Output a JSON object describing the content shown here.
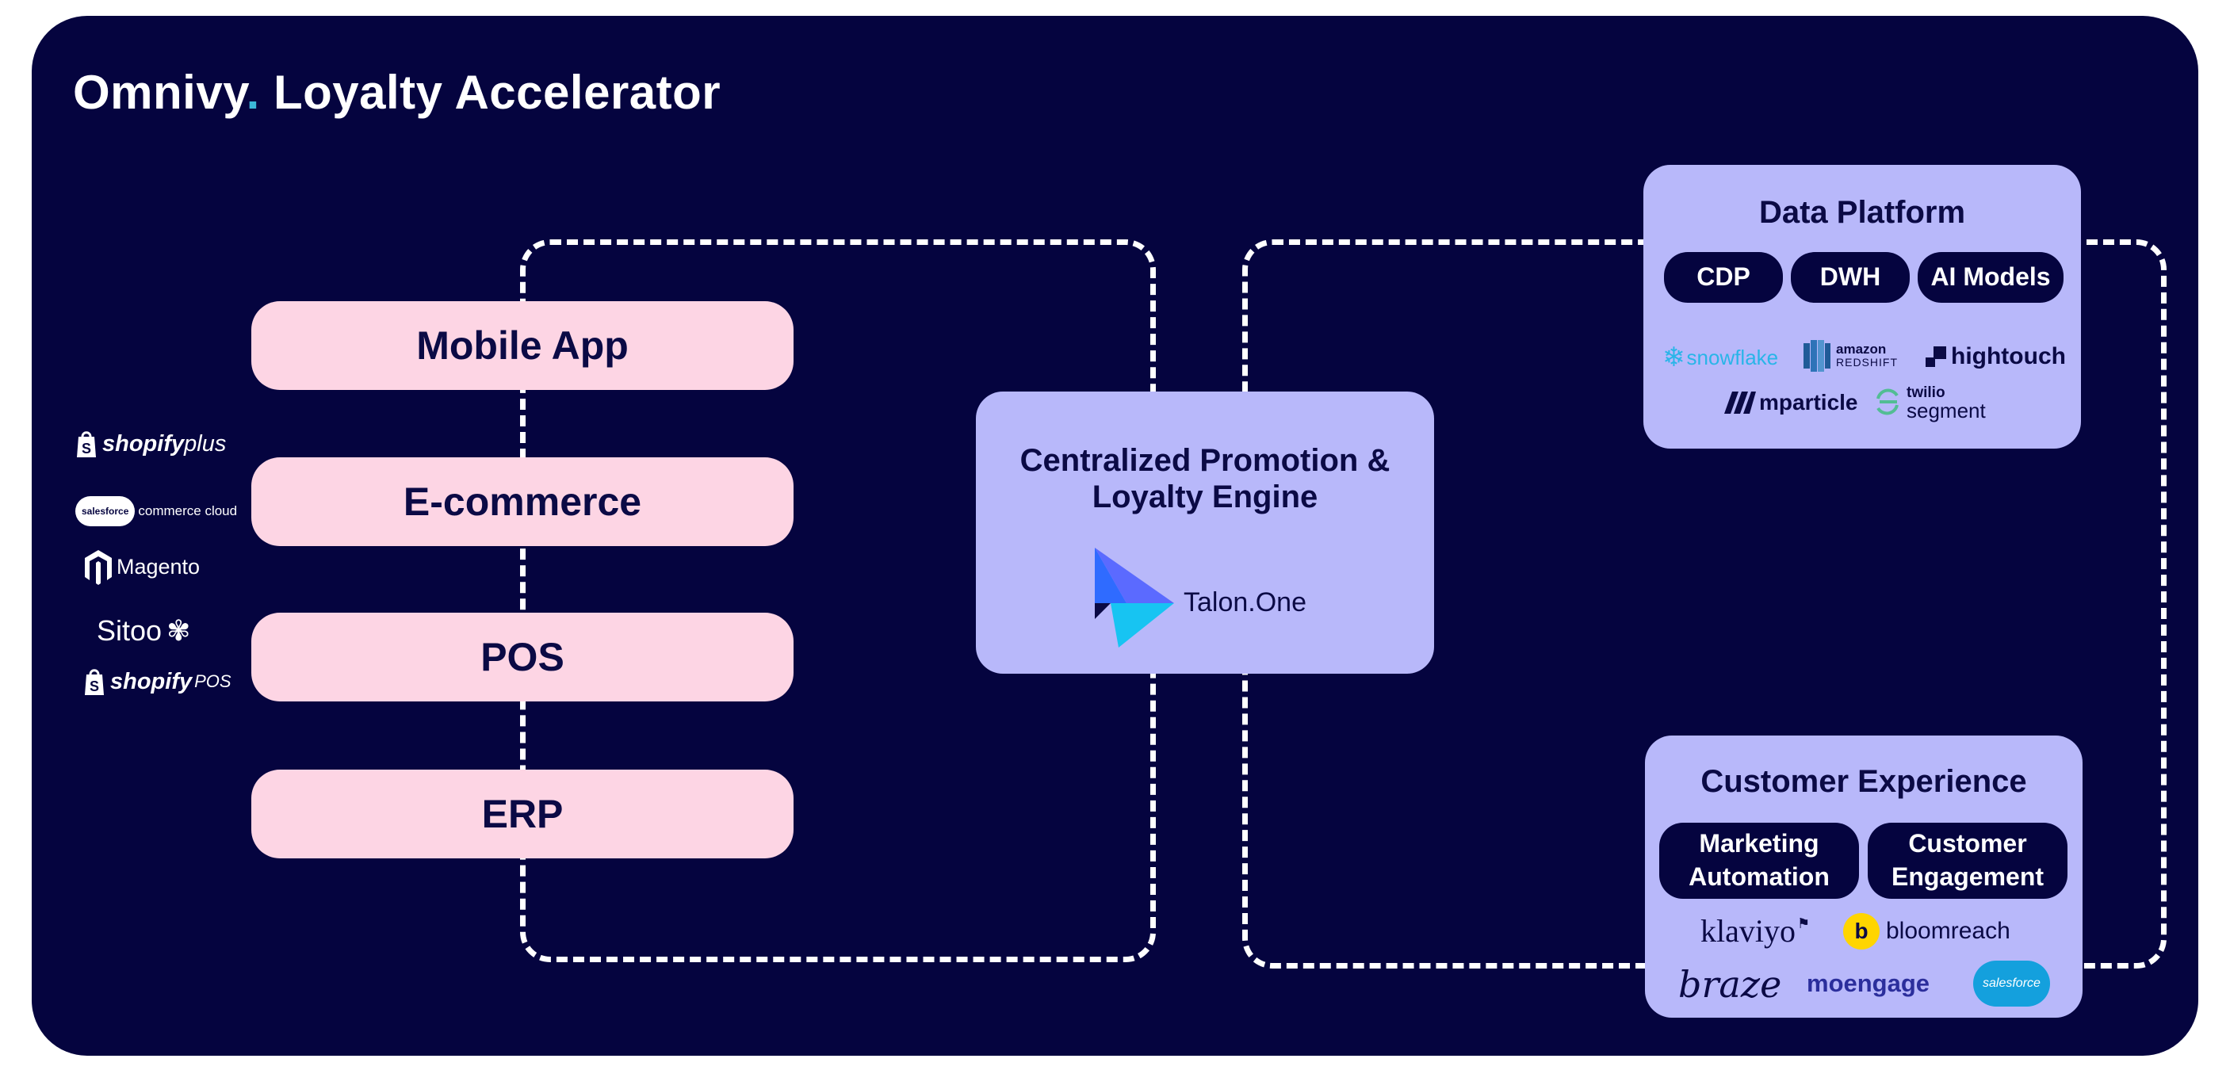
{
  "header": {
    "brand": "Omnivy",
    "dot": ".",
    "product": "Loyalty Accelerator"
  },
  "channels": {
    "mobile_app": "Mobile App",
    "ecommerce": "E-commerce",
    "pos": "POS",
    "erp": "ERP"
  },
  "platform_logos": {
    "shopify_plus_a": "shopify",
    "shopify_plus_b": "plus",
    "salesforce_cloud_badge": "salesforce",
    "salesforce_cloud_text": "commerce cloud",
    "magento": "Magento",
    "sitoo": "Sitoo",
    "shopify_pos_a": "shopify",
    "shopify_pos_b": "POS"
  },
  "engine": {
    "title_line1": "Centralized Promotion &",
    "title_line2": "Loyalty Engine",
    "vendor": "Talon.One"
  },
  "data_platform": {
    "title": "Data Platform",
    "tags": [
      "CDP",
      "DWH",
      "AI Models"
    ],
    "logos": {
      "snowflake": "snowflake",
      "redshift_top": "amazon",
      "redshift_bottom": "REDSHIFT",
      "hightouch": "hightouch",
      "mparticle": "mparticle",
      "segment_top": "twilio",
      "segment_bottom": "segment"
    }
  },
  "customer_experience": {
    "title": "Customer Experience",
    "tags": [
      {
        "line1": "Marketing",
        "line2": "Automation"
      },
      {
        "line1": "Customer",
        "line2": "Engagement"
      }
    ],
    "logos": {
      "klaviyo": "klaviyo",
      "bloomreach": "bloomreach",
      "braze": "braze",
      "moengage": "moengage",
      "salesforce": "salesforce"
    }
  },
  "colors": {
    "background": "#05043f",
    "channel_box": "#fdd5e4",
    "platform_box": "#b8b8fa",
    "accent_dot": "#3bb8d8",
    "talon_blue": "#2f6bff",
    "talon_cyan": "#17c4f2"
  }
}
